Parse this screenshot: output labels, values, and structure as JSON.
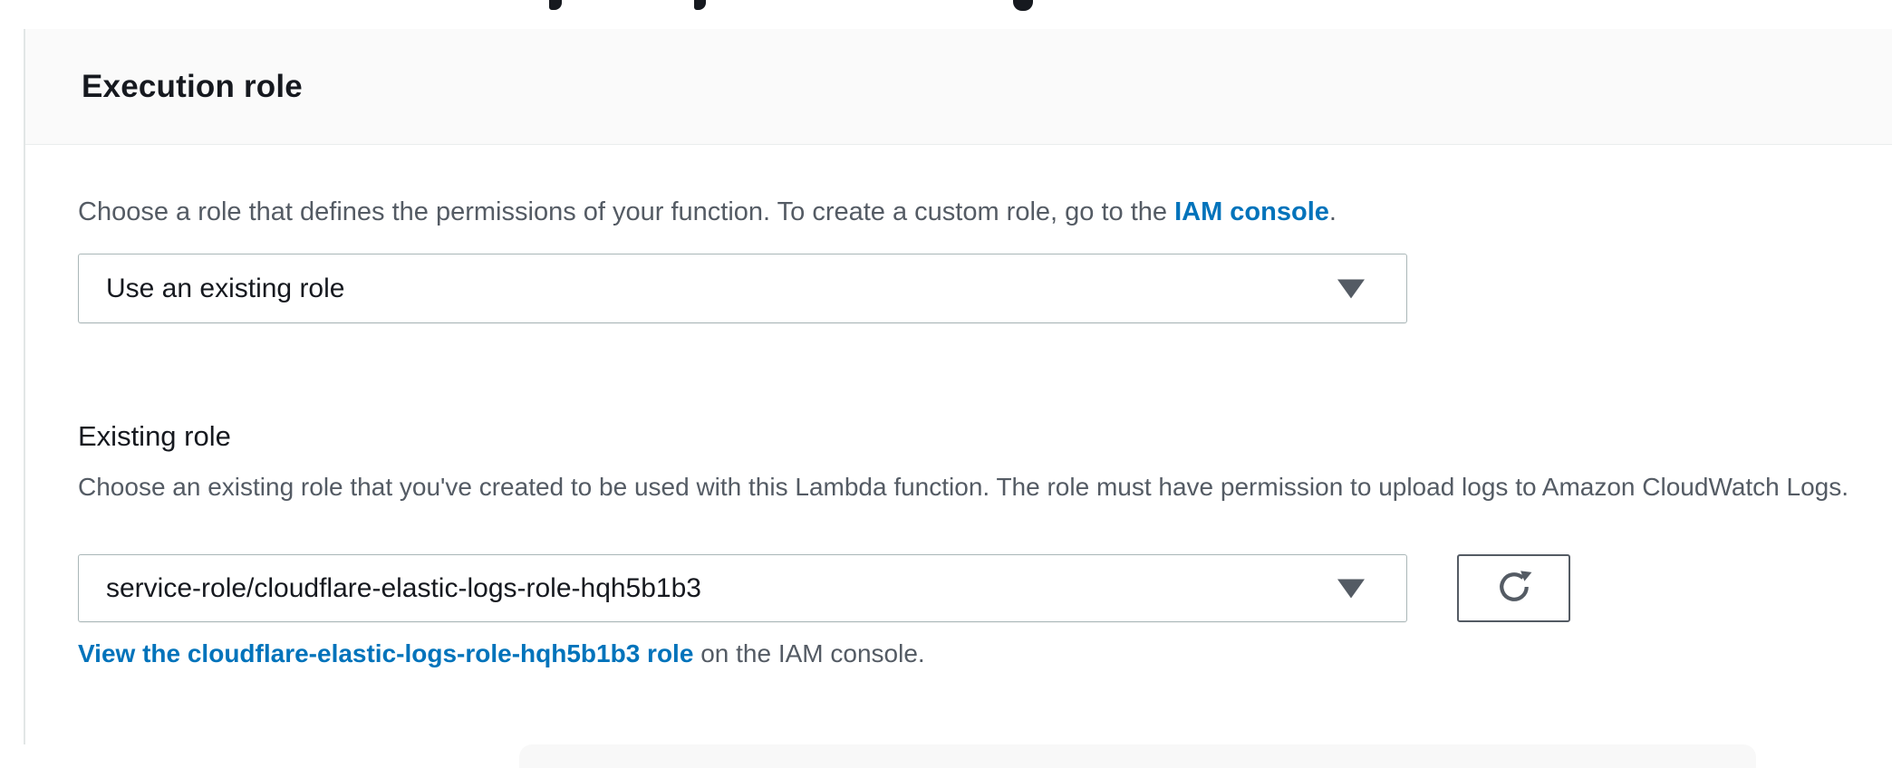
{
  "section": {
    "title": "Execution role",
    "intro": {
      "text_before_link": "Choose a role that defines the permissions of your function. To create a custom role, go to the ",
      "link_label": "IAM console",
      "text_after_link": "."
    },
    "role_source_select": {
      "selected_value": "Use an existing role"
    },
    "existing_role_field": {
      "label": "Existing role",
      "description": "Choose an existing role that you've created to be used with this Lambda function. The role must have permission to upload logs to Amazon CloudWatch Logs.",
      "selected_value": "service-role/cloudflare-elastic-logs-role-hqh5b1b3"
    },
    "view_role": {
      "link_label": "View the cloudflare-elastic-logs-role-hqh5b1b3 role",
      "text_after_link": " on the IAM console."
    }
  },
  "icons": {
    "caret": "caret-down-icon",
    "refresh": "refresh-icon"
  },
  "colors": {
    "link_blue": "#0073bb",
    "text_dark": "#16191f",
    "text_gray": "#545b64",
    "header_bg": "#fafafa",
    "input_border": "#aab7b8",
    "divider": "#eaeded"
  }
}
